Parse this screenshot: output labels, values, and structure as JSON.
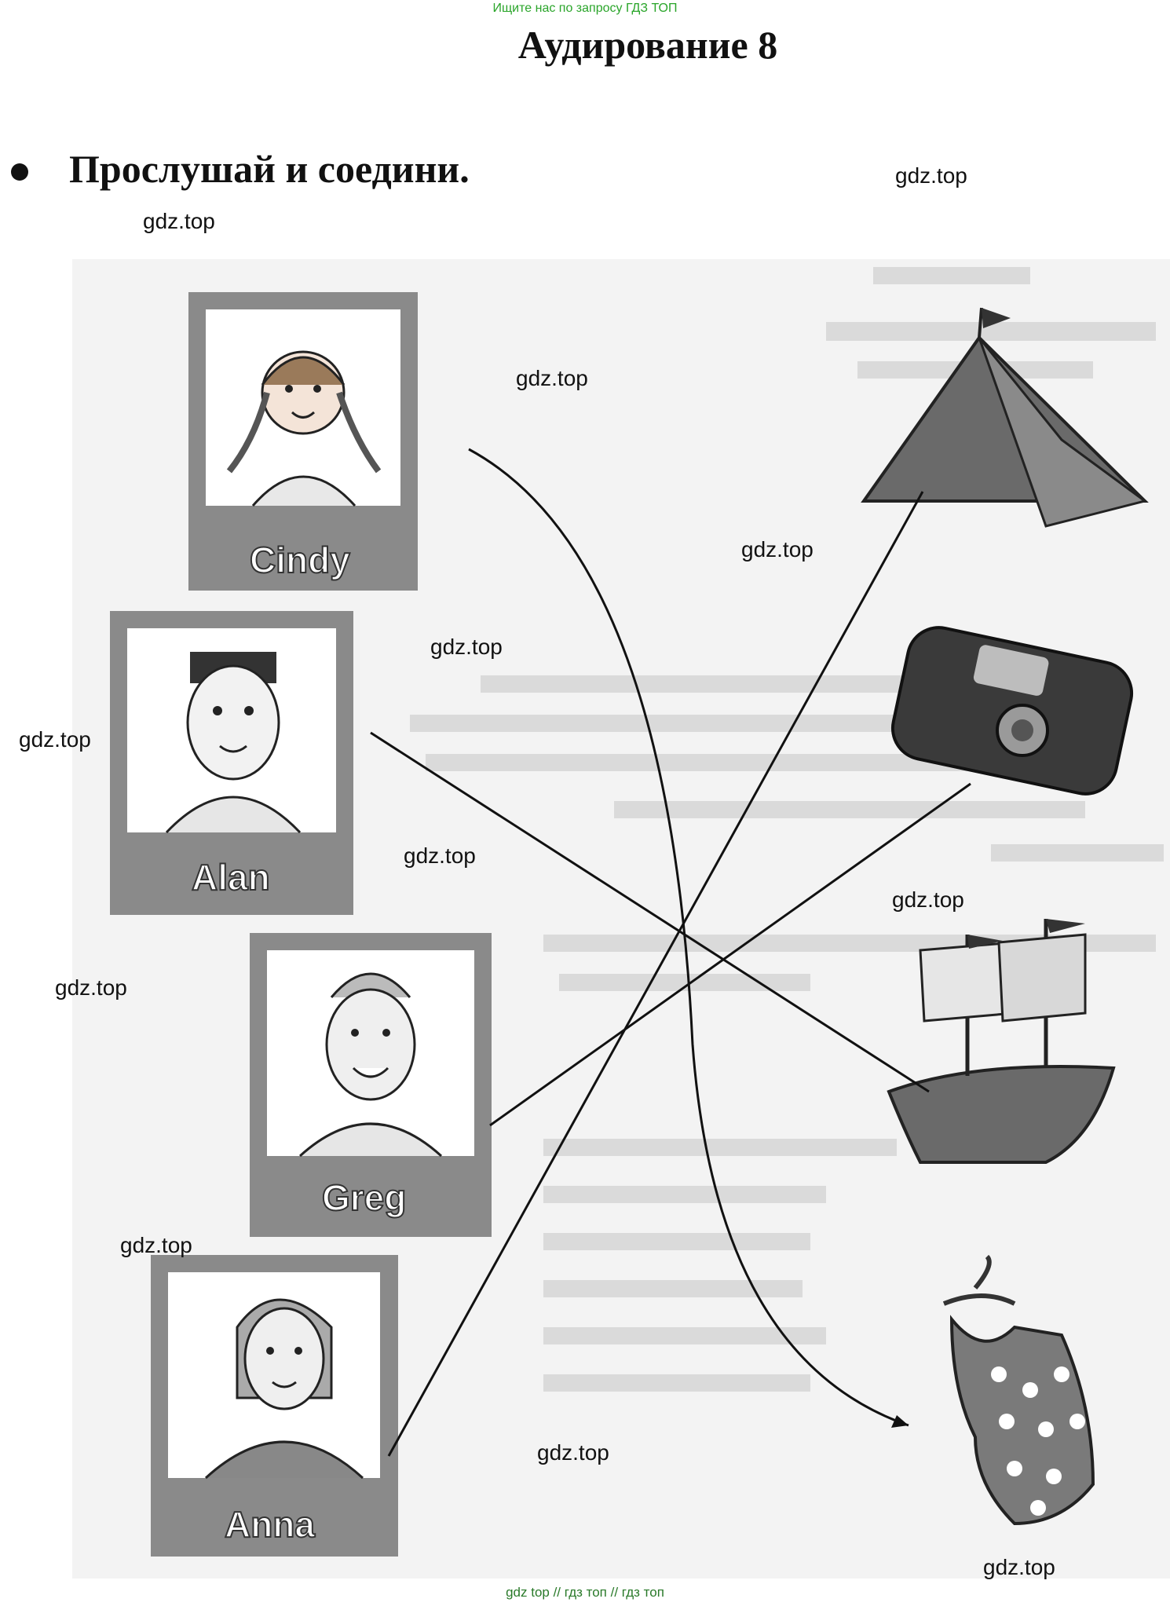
{
  "header": {
    "top_link": "Ищите нас по запросу ГДЗ ТОП"
  },
  "page": {
    "title": "Аудирование 8"
  },
  "task": {
    "instruction": "Прослушай и соедини."
  },
  "watermarks": [
    "gdz.top",
    "gdz.top",
    "gdz.top",
    "gdz.top",
    "gdz.top",
    "gdz.top",
    "gdz.top",
    "gdz.top",
    "gdz.top",
    "gdz.top",
    "gdz.top",
    "gdz.top"
  ],
  "cards": [
    {
      "name": "Cindy"
    },
    {
      "name": "Alan"
    },
    {
      "name": "Greg"
    },
    {
      "name": "Anna"
    }
  ],
  "items": [
    "tent-image",
    "camera-image",
    "ship-image",
    "swimsuit-image"
  ],
  "matches": [
    {
      "child": "Cindy",
      "item": "swimsuit-image"
    },
    {
      "child": "Alan",
      "item": "ship-image"
    },
    {
      "child": "Greg",
      "item": "camera-image"
    },
    {
      "child": "Anna",
      "item": "tent-image"
    }
  ],
  "footer": {
    "text": "gdz top  //  гдз топ  //  гдз топ"
  }
}
